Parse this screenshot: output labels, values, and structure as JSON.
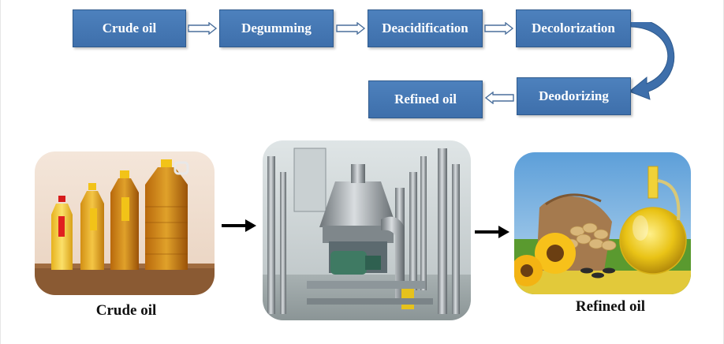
{
  "flow": {
    "steps": [
      "Crude oil",
      "Degumming",
      "Deacidification",
      "Decolorization",
      "Deodorizing",
      "Refined oil"
    ]
  },
  "captions": {
    "left": "Crude oil",
    "right": "Refined oil"
  },
  "colors": {
    "box_fill": "#4375b3",
    "box_border": "#2f5a8d",
    "box_text": "#ffffff",
    "oil_amber": "#d89a1a",
    "cap_yellow": "#f2c318",
    "sunflower": "#f7c11a",
    "field_green": "#5a9a2f"
  },
  "images": {
    "left": "crude-oil-bottles-photo",
    "middle": "refining-centrifuge-machine-photo",
    "right": "refined-oil-bottle-sunflower-peanuts-photo"
  }
}
